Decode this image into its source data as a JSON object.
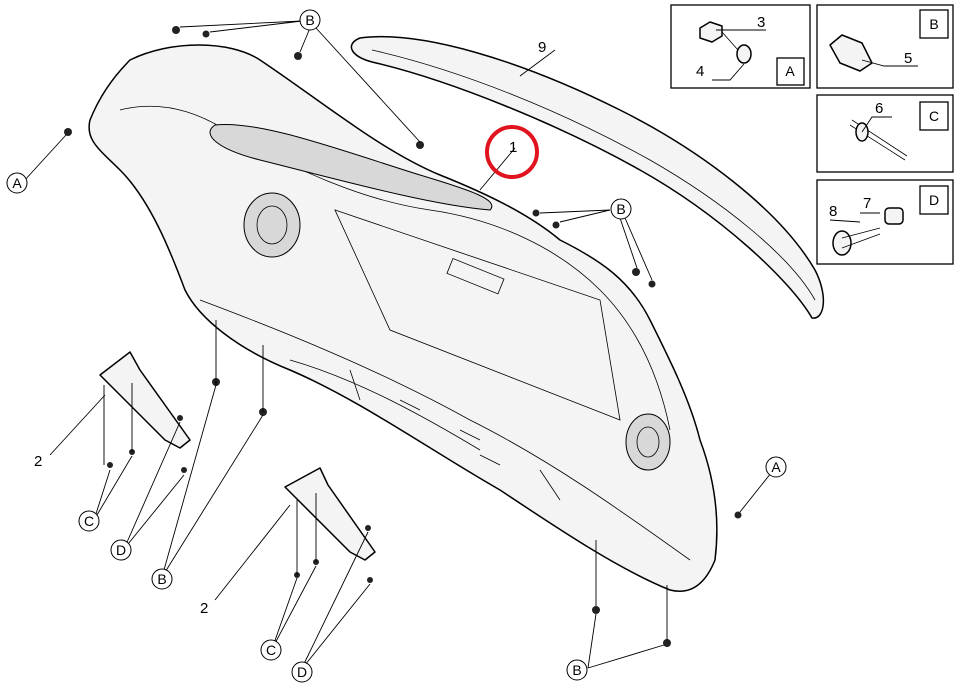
{
  "diagram": {
    "title_numbers": {
      "bumper": "1",
      "bracket": "2",
      "nut": "3",
      "bolt": "4",
      "clip_b": "5",
      "rivet_c": "6",
      "grommet": "7",
      "pin": "8",
      "spoiler": "9"
    },
    "callout_letters": {
      "a": "A",
      "b": "B",
      "c": "C",
      "d": "D"
    },
    "insets": [
      {
        "letter": "A",
        "numbers": [
          "3",
          "4"
        ]
      },
      {
        "letter": "B",
        "numbers": [
          "5"
        ]
      },
      {
        "letter": "C",
        "numbers": [
          "6"
        ]
      },
      {
        "letter": "D",
        "numbers": [
          "7",
          "8"
        ]
      }
    ],
    "highlight_color": "#e0141e"
  }
}
